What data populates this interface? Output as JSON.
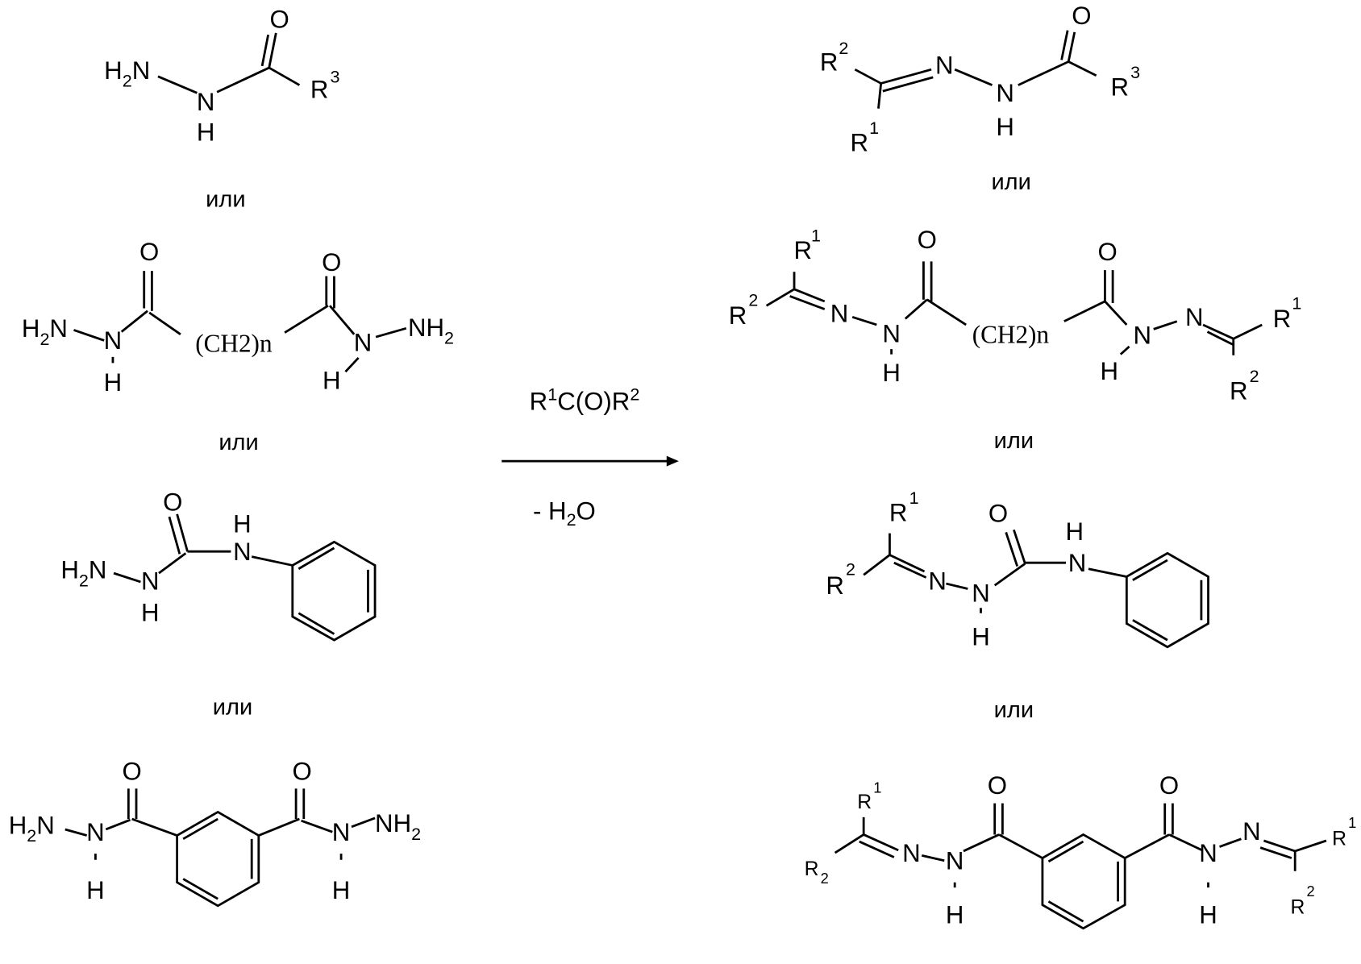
{
  "atoms": {
    "H": "H",
    "N": "N",
    "O": "O",
    "R": "R",
    "NH": "NH"
  },
  "subscript": "2",
  "superscripts": {
    "one": "1",
    "two": "2",
    "three": "3"
  },
  "chain": "(CH2)n",
  "separator": "или",
  "reagent": {
    "r1": "R",
    "sup1": "1",
    "mid": "C(O)R",
    "sup2": "2"
  },
  "byproduct": {
    "prefix": "- H",
    "sub": "2",
    "suffix": "O"
  }
}
